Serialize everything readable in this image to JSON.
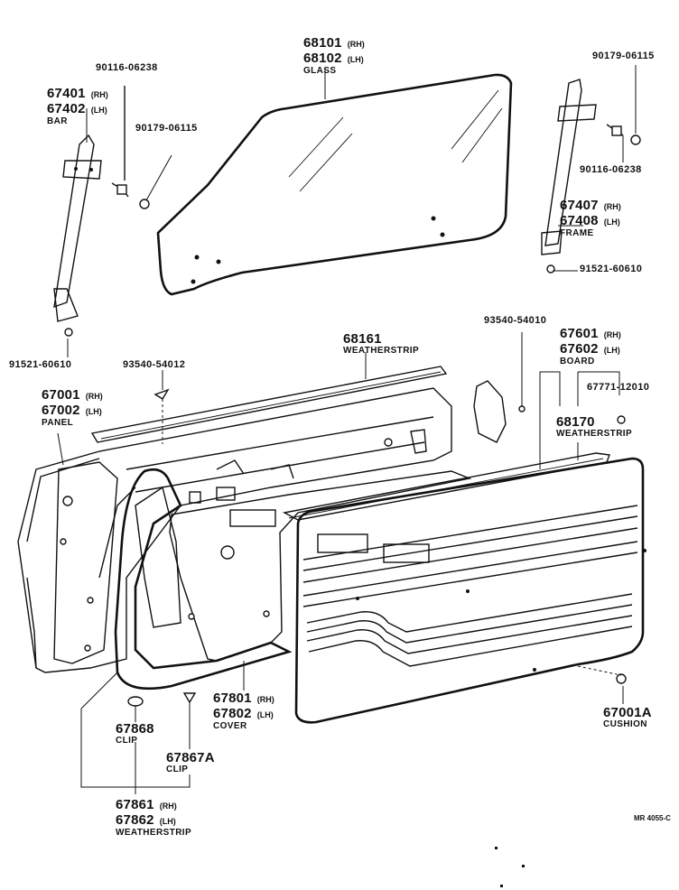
{
  "parts": {
    "glass": {
      "no_rh": "68101",
      "rh": "(RH)",
      "no_lh": "68102",
      "lh": "(LH)",
      "name": "GLASS"
    },
    "bar": {
      "no_rh": "67401",
      "rh": "(RH)",
      "no_lh": "67402",
      "lh": "(LH)",
      "name": "BAR"
    },
    "frame": {
      "no_rh": "67407",
      "rh": "(RH)",
      "no_lh": "67408",
      "lh": "(LH)",
      "name": "FRAME"
    },
    "weatherstrip_outer": {
      "no": "68161",
      "name": "WEATHERSTRIP"
    },
    "board": {
      "no_rh": "67601",
      "rh": "(RH)",
      "no_lh": "67602",
      "lh": "(LH)",
      "name": "BOARD"
    },
    "weatherstrip_inner": {
      "no": "68170",
      "name": "WEATHERSTRIP"
    },
    "panel": {
      "no_rh": "67001",
      "rh": "(RH)",
      "no_lh": "67002",
      "lh": "(LH)",
      "name": "PANEL"
    },
    "cover": {
      "no_rh": "67801",
      "rh": "(RH)",
      "no_lh": "67802",
      "lh": "(LH)",
      "name": "COVER"
    },
    "cushion": {
      "no": "67001A",
      "name": "CUSHION"
    },
    "clip_a": {
      "no": "67868",
      "name": "CLIP"
    },
    "clip_b": {
      "no": "67867A",
      "name": "CLIP"
    },
    "weatherstrip_door": {
      "no_rh": "67861",
      "rh": "(RH)",
      "no_lh": "67862",
      "lh": "(LH)",
      "name": "WEATHERSTRIP"
    }
  },
  "fasteners": {
    "bolt_left": "90116-06238",
    "nut_left": "90179-06115",
    "nut_right": "90179-06115",
    "bolt_right": "90116-06238",
    "screw_bar": "91521-60610",
    "screw_frame": "91521-60610",
    "clip_top_left": "93540-54012",
    "clip_top_right": "93540-54010",
    "clip_board": "67771-12010"
  },
  "reference": "MR 4055-C"
}
